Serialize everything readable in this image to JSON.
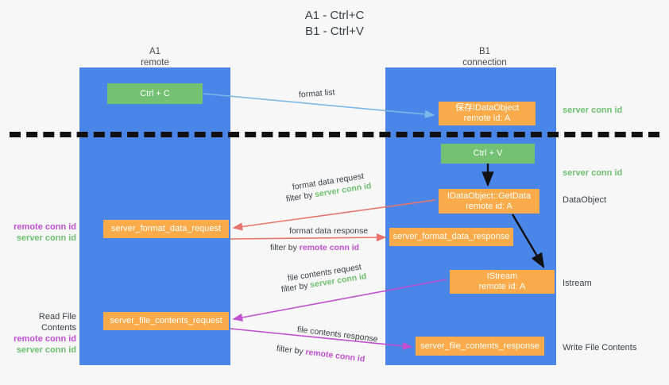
{
  "title": {
    "line1": "A1 - Ctrl+C",
    "line2": "B1 - Ctrl+V"
  },
  "columns": [
    {
      "id": "a1",
      "name": "A1",
      "role": "remote"
    },
    {
      "id": "b1",
      "name": "B1",
      "role": "connection"
    }
  ],
  "nodes": {
    "ctrl_c": "Ctrl + C",
    "ctrl_v": "Ctrl + V",
    "idataobject_line1": "保存IDataObject",
    "idataobject_line2": "remote id: A",
    "getdata_line1": "IDataObject::GetData",
    "getdata_line2": "remote id: A",
    "istream_line1": "IStream",
    "istream_line2": "remote id: A",
    "server_format_data_request": "server_format_data_request",
    "server_format_data_response": "server_format_data_response",
    "server_file_contents_request": "server_file_contents_request",
    "server_file_contents_response": "server_file_contents_response"
  },
  "arrow_labels": {
    "format_list": "format list",
    "format_data_request": "format data request",
    "format_data_request_filter_prefix": "filter by ",
    "format_data_request_filter_key": "server conn id",
    "format_data_response": "format data response",
    "format_data_response_filter_prefix": "filter by ",
    "format_data_response_filter_key": "remote conn id",
    "file_contents_request": "file contents request",
    "file_contents_request_filter_prefix": "filter by ",
    "file_contents_request_filter_key": "server conn id",
    "file_contents_response": "file contents response",
    "file_contents_response_filter_prefix": "filter by ",
    "file_contents_response_filter_key": "remote conn id"
  },
  "side_labels": {
    "right_server_conn_id_top": "server conn id",
    "right_server_conn_id_mid": "server conn id",
    "right_dataobject": "DataObject",
    "right_istream": "Istream",
    "right_write_file_contents": "Write File Contents",
    "left_remote_conn_id_1": "remote conn id",
    "left_server_conn_id_1": "server conn id",
    "left_read_file_contents": "Read File Contents",
    "left_remote_conn_id_2": "remote conn id",
    "left_server_conn_id_2": "server conn id"
  },
  "colors": {
    "lane": "#4a86e8",
    "green_box": "#74c174",
    "orange_box": "#fbab4a",
    "green_text": "#6ec06e",
    "purple_text": "#c050d0",
    "arrow_blue": "#7bb8e8",
    "arrow_red": "#e8736a",
    "arrow_purple": "#c050d0",
    "arrow_black": "#111111",
    "background": "#f7f7f7"
  }
}
